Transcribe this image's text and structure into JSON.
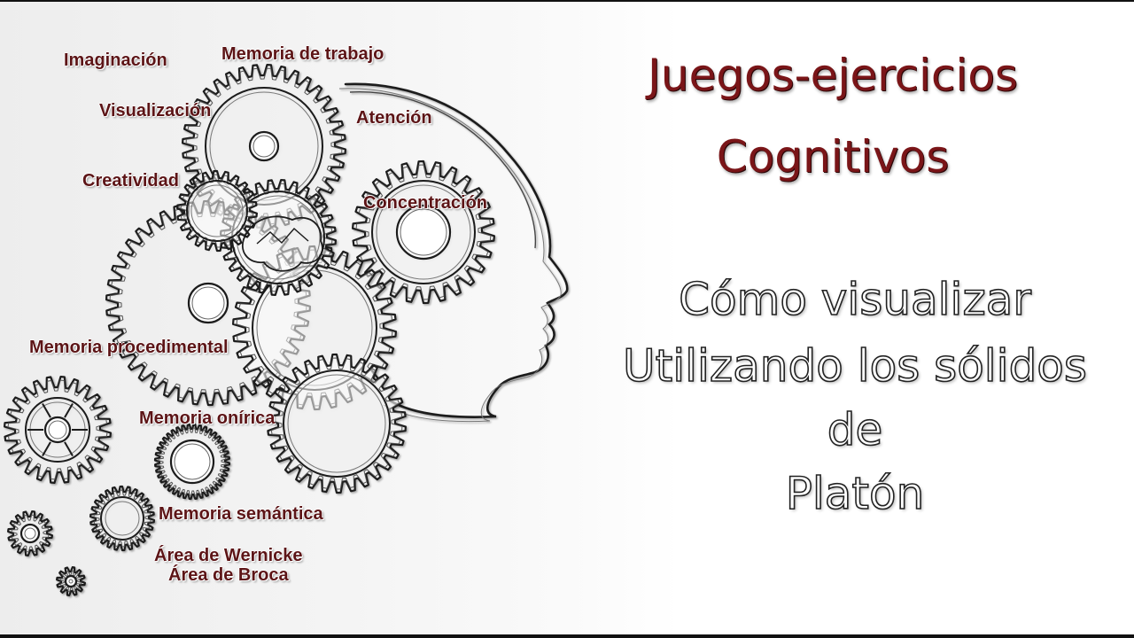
{
  "title": {
    "line1": "Juegos-ejercicios",
    "line2": "Cognitivos"
  },
  "subtitle": {
    "line1": "Cómo visualizar",
    "line2": "Utilizando los sólidos",
    "line3": "de",
    "line4": "Platón"
  },
  "labels": {
    "imaginacion": "Imaginación",
    "memoria_trabajo": "Memoria de trabajo",
    "visualizacion": "Visualización",
    "atencion": "Atención",
    "creatividad": "Creatividad",
    "concentracion": "Concentración",
    "memoria_procedimental": "Memoria procedimental",
    "memoria_onirica": "Memoria onírica",
    "memoria_semantica": "Memoria semántica",
    "area_wernicke": "Área de Wernicke",
    "area_broca": "Área de Broca"
  },
  "illustration": {
    "subject": "head-silhouette-with-gears-icon"
  },
  "colors": {
    "title": "#7a1518",
    "labels": "#5c1416",
    "subtitle_outline": "#222222",
    "background": "#ffffff"
  }
}
